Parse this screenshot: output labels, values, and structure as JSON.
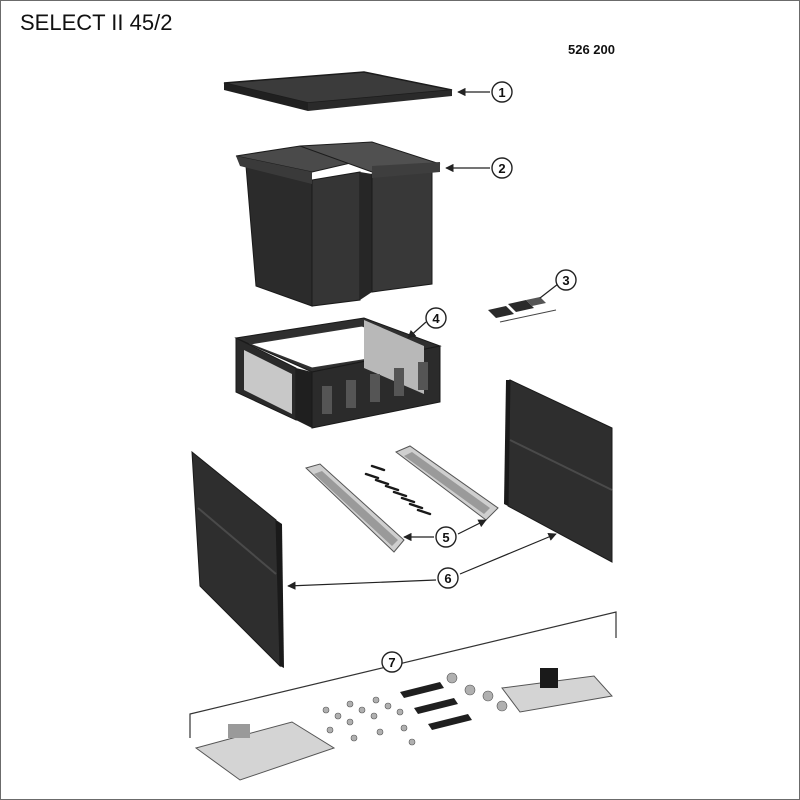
{
  "header": {
    "title": "SELECT II 45/2",
    "article_number": "526 200"
  },
  "callouts": [
    "1",
    "2",
    "3",
    "4",
    "5",
    "6",
    "7"
  ],
  "colors": {
    "part_dark": "#2d2d2d",
    "part_mid": "#3a3a3a",
    "metal_light": "#c8c8c8",
    "line": "#222222"
  }
}
